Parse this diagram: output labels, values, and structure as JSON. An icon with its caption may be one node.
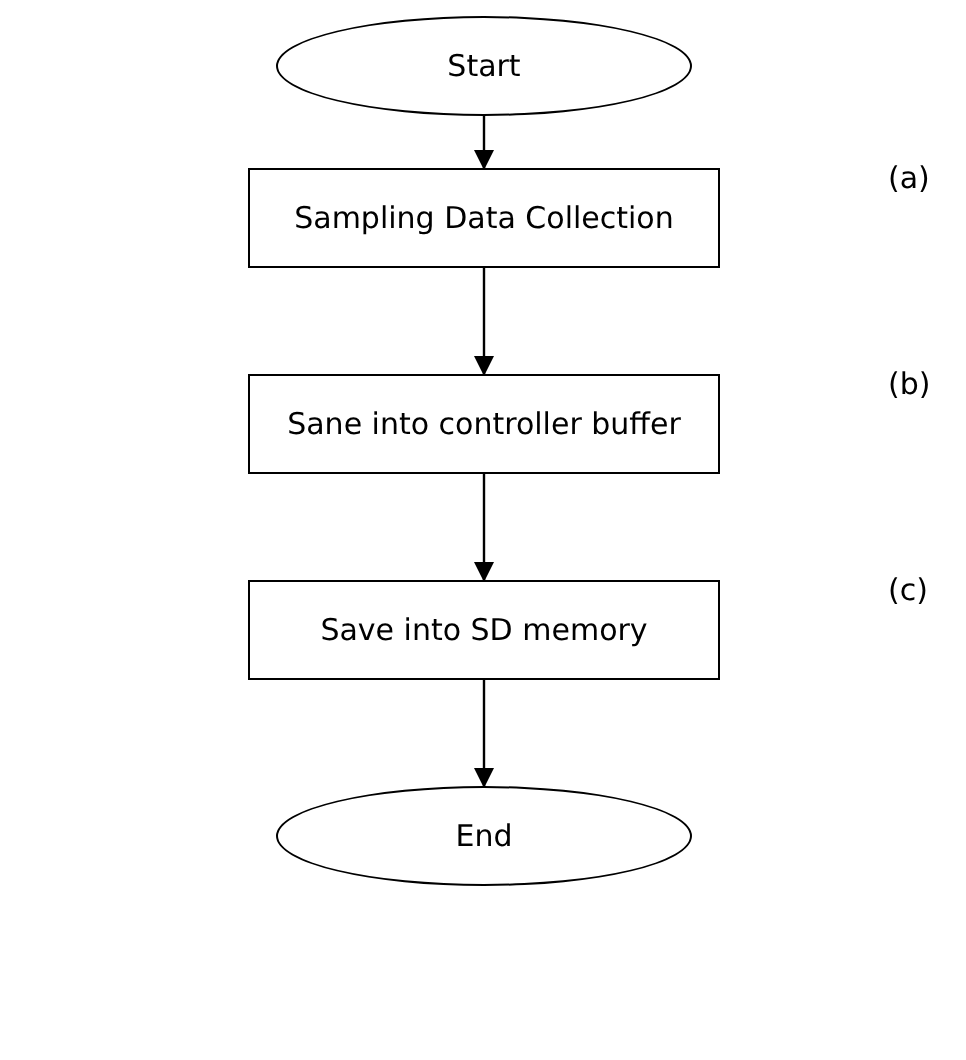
{
  "diagram": {
    "nodes": [
      {
        "text": [
          "Start"
        ]
      },
      {
        "text": [
          "Sampling Data Collection"
        ]
      },
      {
        "text": [
          "Sane into controller buffer"
        ]
      },
      {
        "text": [
          "Save into SD memory"
        ]
      },
      {
        "text": [
          "End"
        ]
      }
    ],
    "edges": [
      {
        "from": 0,
        "to": 1,
        "arrow": "to"
      },
      {
        "from": 1,
        "to": 2,
        "arrow": "to"
      },
      {
        "from": 2,
        "to": 3,
        "arrow": "to"
      },
      {
        "from": 3,
        "to": 4,
        "arrow": "to"
      }
    ],
    "labels": [
      "(a)",
      "(b)",
      "(c)"
    ]
  }
}
